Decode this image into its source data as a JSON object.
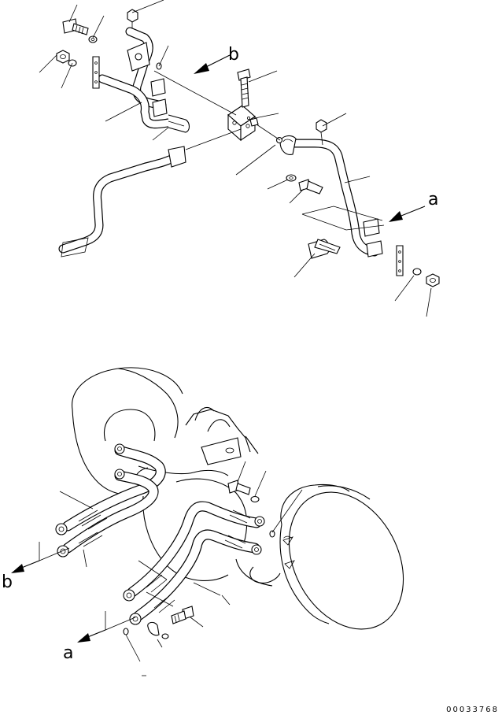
{
  "drawing_number": "00033768",
  "view_labels": {
    "top_b": "b",
    "top_a": "a",
    "bottom_b": "b",
    "bottom_a": "a"
  }
}
